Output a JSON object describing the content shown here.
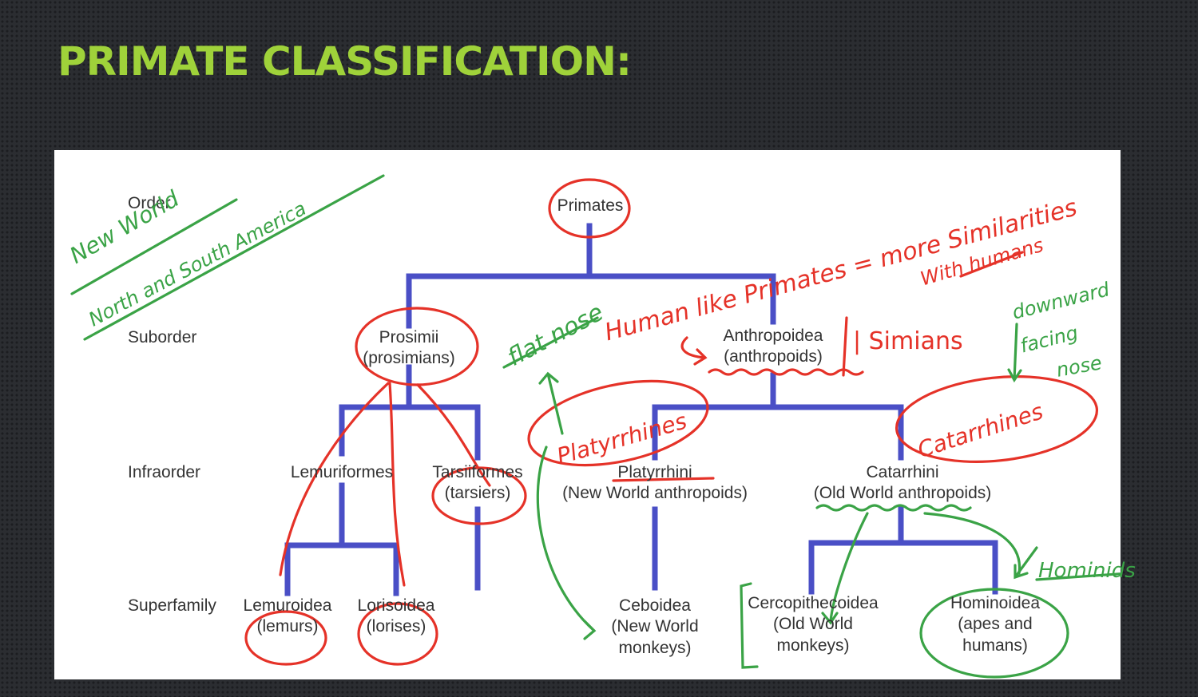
{
  "title": "PRIMATE CLASSIFICATION:",
  "ranks": {
    "order": "Order",
    "suborder": "Suborder",
    "infraorder": "Infraorder",
    "superfamily": "Superfamily"
  },
  "taxa": {
    "primates": "Primates",
    "prosimii": "Prosimii",
    "prosimii_common": "(prosimians)",
    "anthropoidea": "Anthropoidea",
    "anthropoidea_common": "(anthropoids)",
    "lemuriformes": "Lemuriformes",
    "tarsiiformes": "Tarsiiformes",
    "tarsiiformes_common": "(tarsiers)",
    "platyrrhini": "Platyrrhini",
    "platyrrhini_common": "(New World anthropoids)",
    "catarrhini": "Catarrhini",
    "catarrhini_common": "(Old World anthropoids)",
    "lemuroidea": "Lemuroidea",
    "lemuroidea_common": "(lemurs)",
    "lorisoidea": "Lorisoidea",
    "lorisoidea_common": "(lorises)",
    "ceboidea": "Ceboidea",
    "ceboidea_common_1": "(New World",
    "ceboidea_common_2": "monkeys)",
    "cercopithecoidea": "Cercopithecoidea",
    "cercopithecoidea_common_1": "(Old World",
    "cercopithecoidea_common_2": "monkeys)",
    "hominoidea": "Hominoidea",
    "hominoidea_common_1": "(apes and",
    "hominoidea_common_2": "humans)"
  },
  "annotations": {
    "new_world": "New World",
    "north_south_america": "North and South America",
    "human_like": "Human like Primates = more Similarities",
    "with_humans": "With humans",
    "flat_nose": "flat nose",
    "simians": "| Simians",
    "downward_1": "downward",
    "downward_2": "facing",
    "downward_3": "nose",
    "platyrrhines": "Platyrrhines",
    "catarrhines": "Catarrhines",
    "hominids": "Hominids"
  },
  "colors": {
    "title": "#9fd23a",
    "tree_lines": "#4a4fc6",
    "red_ink": "#e53228",
    "green_ink": "#3aa346"
  }
}
